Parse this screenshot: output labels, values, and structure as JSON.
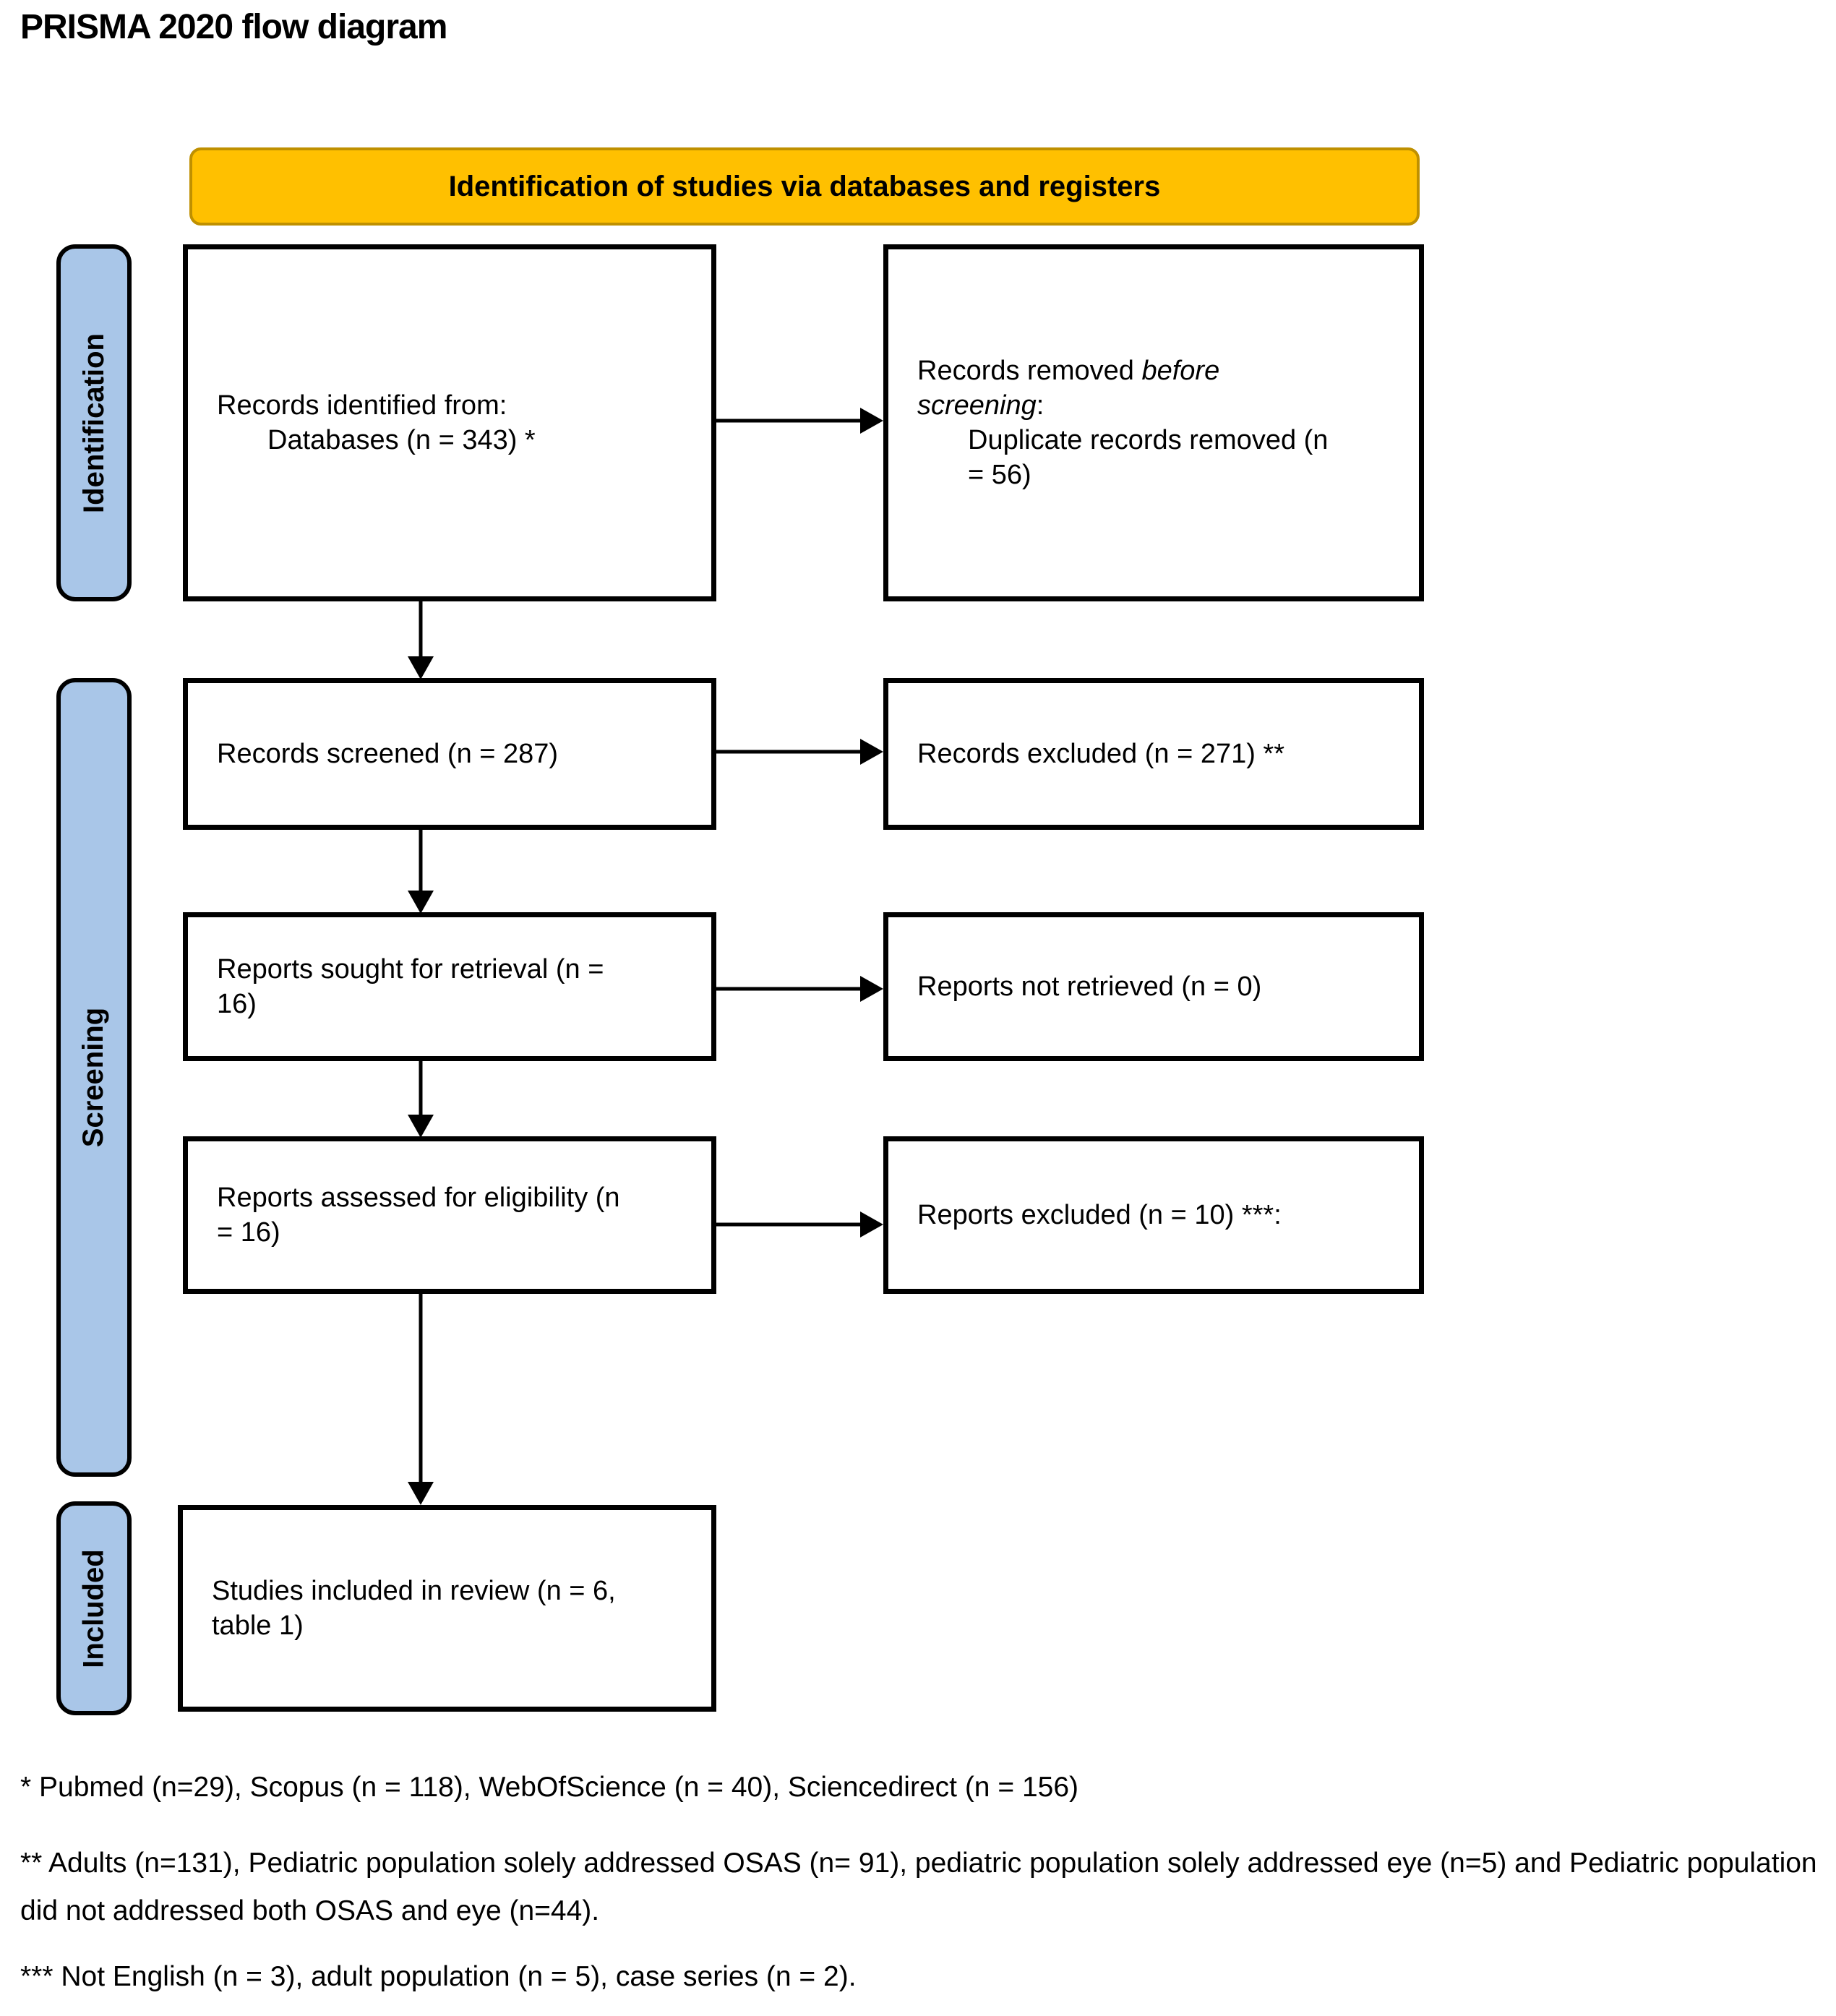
{
  "page": {
    "title": "PRISMA 2020 flow diagram"
  },
  "banner": {
    "label": "Identification of studies via databases and registers"
  },
  "stages": {
    "identification": "Identification",
    "screening": "Screening",
    "included": "Included"
  },
  "flow": {
    "records_identified": {
      "line1": "Records identified from:",
      "line2": "Databases (n = 343) *"
    },
    "records_removed": {
      "line1_normal": "Records removed ",
      "line1_italic": "before",
      "line2_italic": "screening",
      "line2_suffix": ":",
      "line3": "Duplicate records removed (n",
      "line4": "= 56)"
    },
    "records_screened": {
      "text": "Records screened (n = 287)"
    },
    "records_excluded": {
      "text": "Records excluded (n = 271) **"
    },
    "reports_sought": {
      "line1": "Reports sought for retrieval (n =",
      "line2": "16)"
    },
    "reports_not_retrieved": {
      "text": "Reports not retrieved (n = 0)"
    },
    "reports_assessed": {
      "line1": "Reports assessed for eligibility (n",
      "line2": "= 16)"
    },
    "reports_excluded": {
      "text": "Reports excluded (n = 10) ***:"
    },
    "studies_included": {
      "line1": "Studies included in review (n = 6,",
      "line2": "table 1)"
    }
  },
  "footnotes": {
    "note1": "* Pubmed (n=29), Scopus (n = 118), WebOfScience (n = 40), Sciencedirect (n = 156)",
    "note2": "** Adults (n=131), Pediatric population solely addressed OSAS (n= 91), pediatric population solely addressed eye (n=5) and Pediatric population did not addressed both OSAS and eye (n=44).",
    "note3": "*** Not English (n = 3), adult population (n = 5), case series (n = 2)."
  },
  "colors": {
    "banner_fill": "#FFC000",
    "banner_border": "#BF9000",
    "stage_fill": "#A9C6E8",
    "box_border": "#000000"
  }
}
